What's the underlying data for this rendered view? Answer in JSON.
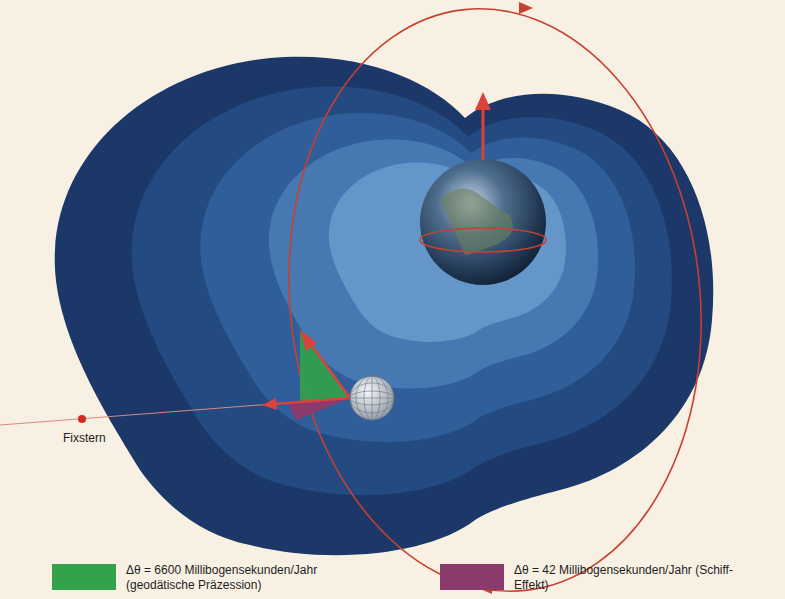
{
  "diagram": {
    "labels": [
      "Fixstern"
    ],
    "legend": [
      {
        "text": "Δθ = 6600 Millibogensekunden/Jahr (geodätische Präzession)",
        "color": "#33a24a"
      },
      {
        "text": "Δθ = 42 Millibogensekunden/Jahr (Schiff-Effekt)",
        "color": "#8b3a6c"
      }
    ]
  }
}
